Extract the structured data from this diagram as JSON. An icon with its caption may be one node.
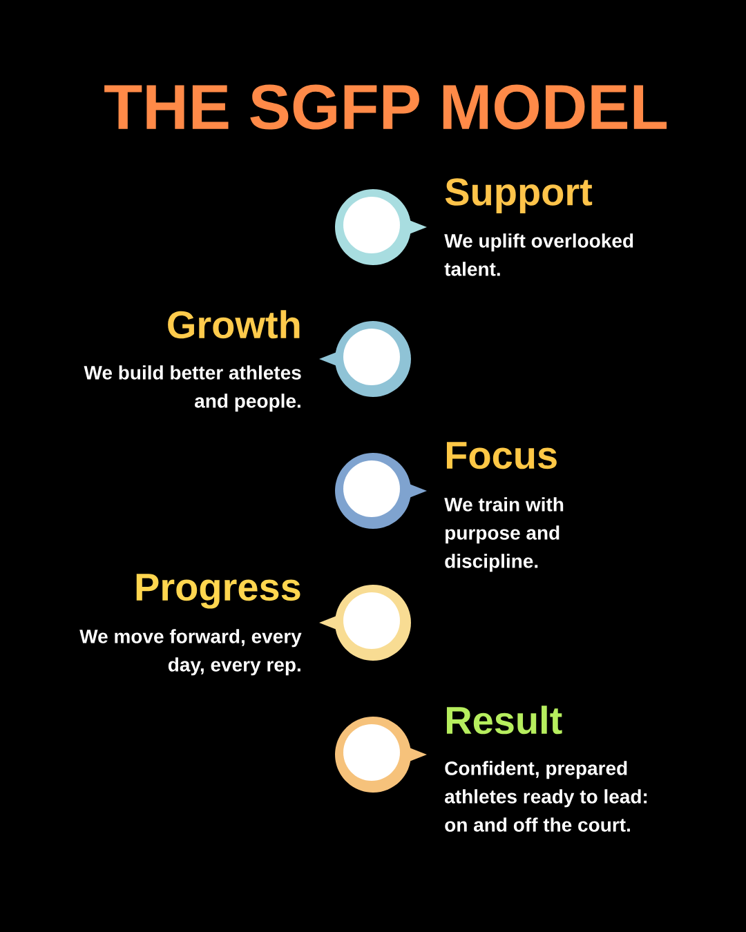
{
  "diagram": {
    "title": "THE SGFP MODEL",
    "nodes": [
      {
        "text": [],
        "shape": "circle",
        "beside": [
          "Support",
          "We uplift overlooked talent."
        ]
      },
      {
        "text": [],
        "shape": "circle",
        "beside": [
          "Growth",
          "We build better athletes and people."
        ]
      },
      {
        "text": [],
        "shape": "circle",
        "beside": [
          "Focus",
          "We train with purpose and discipline."
        ]
      },
      {
        "text": [],
        "shape": "circle",
        "beside": [
          "Progress",
          "We move forward, every day, every rep."
        ]
      },
      {
        "text": [],
        "shape": "circle",
        "beside": [
          "Result",
          "Confident, prepared athletes ready to lead: on and off the court."
        ]
      }
    ]
  }
}
